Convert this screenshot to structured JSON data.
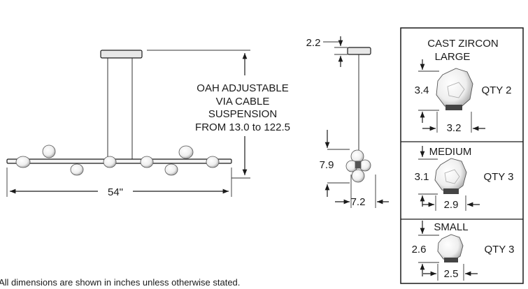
{
  "front_view": {
    "oah_note": [
      "OAH ADJUSTABLE",
      "VIA CABLE",
      "SUSPENSION",
      "FROM 13.0 to 122.5"
    ],
    "width_dim": "54\""
  },
  "side_view": {
    "canopy_dim": "2.2",
    "height_dim": "7.9",
    "width_dim": "7.2"
  },
  "glass_panel": {
    "title_line1": "CAST ZIRCON",
    "large": {
      "name": "LARGE",
      "height": "3.4",
      "width": "3.2",
      "qty": "QTY 2"
    },
    "medium": {
      "name": "MEDIUM",
      "height": "3.1",
      "width": "2.9",
      "qty": "QTY 3"
    },
    "small": {
      "name": "SMALL",
      "height": "2.6",
      "width": "2.5",
      "qty": "QTY 3"
    }
  },
  "footnote": "All dimensions are shown in inches unless otherwise stated."
}
